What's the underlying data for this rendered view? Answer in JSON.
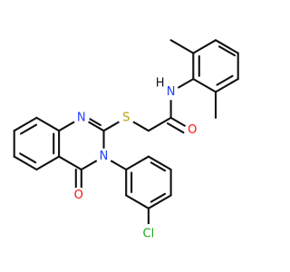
{
  "structure": {
    "atoms": {
      "H": "H",
      "N_amide": "N",
      "O_amide": "O",
      "S": "S",
      "N1_ring": "N",
      "N3_ring": "N",
      "O_ring": "O",
      "Cl": "Cl"
    },
    "colors": {
      "bond": "#111111",
      "carbon": "#111111",
      "nitrogen": "#1f3fff",
      "oxygen": "#ff0d0d",
      "sulfur": "#b8a200",
      "chlorine": "#1fa51f",
      "background": "#ffffff"
    }
  }
}
